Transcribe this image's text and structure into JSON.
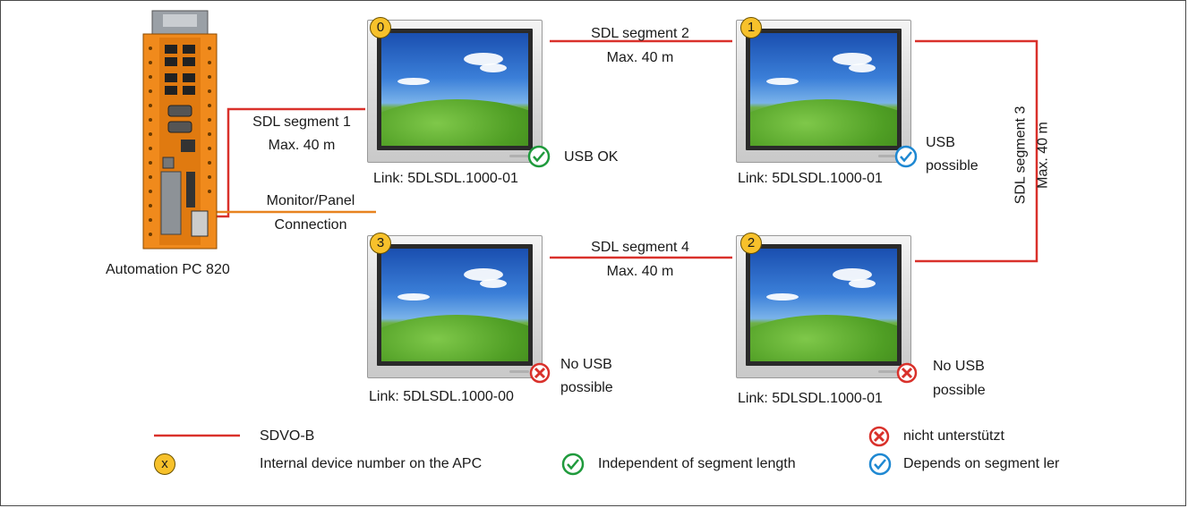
{
  "pc": {
    "label": "Automation PC 820"
  },
  "connection": {
    "label_line1": "Monitor/Panel",
    "label_line2": "Connection"
  },
  "segments": {
    "seg1": {
      "title": "SDL segment 1",
      "length": "Max. 40 m"
    },
    "seg2": {
      "title": "SDL segment 2",
      "length": "Max. 40 m"
    },
    "seg3": {
      "title": "SDL segment 3",
      "length": "Max. 40 m"
    },
    "seg4": {
      "title": "SDL segment 4",
      "length": "Max. 40 m"
    }
  },
  "panels": [
    {
      "number": "0",
      "link": "Link: 5DLSDL.1000-01",
      "usb_line1": "USB OK",
      "usb_line2": "",
      "status_icon": "check-green-icon"
    },
    {
      "number": "1",
      "link": "Link: 5DLSDL.1000-01",
      "usb_line1": "USB",
      "usb_line2": "possible",
      "status_icon": "check-blue-icon"
    },
    {
      "number": "3",
      "link": "Link: 5DLSDL.1000-00",
      "usb_line1": "No USB",
      "usb_line2": "possible",
      "status_icon": "cross-red-icon"
    },
    {
      "number": "2",
      "link": "Link: 5DLSDL.1000-01",
      "usb_line1": "No USB",
      "usb_line2": "possible",
      "status_icon": "cross-red-icon"
    }
  ],
  "legend": {
    "sdvo": "SDVO-B",
    "badge_symbol": "x",
    "device_number": "Internal device number on the APC",
    "independent": "Independent of segment length",
    "depends": "Depends on segment ler",
    "not_supported": "nicht unterstützt"
  },
  "colors": {
    "sdvo_line": "#d9312b",
    "connection_line": "#e8831f",
    "badge": "#f7c12b",
    "check_green": "#1f9a3c",
    "check_blue": "#1e88d2",
    "cross_red": "#d9312b"
  }
}
